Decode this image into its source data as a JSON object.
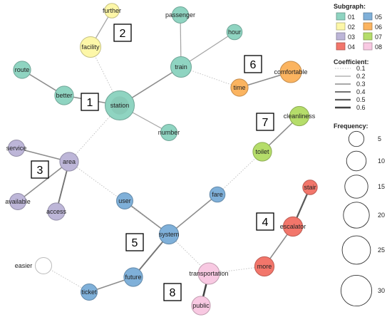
{
  "colors": {
    "g01": "#8fd4c1",
    "g02": "#fdf7a8",
    "g03": "#bdb6d8",
    "g04": "#f2766b",
    "g05": "#7fb0d9",
    "g06": "#fbb460",
    "g07": "#b5dd6a",
    "g08": "#f8c9e2",
    "none": "#ffffff"
  },
  "nodes": [
    {
      "id": "station",
      "label": "station",
      "group": "01",
      "freq": 30
    },
    {
      "id": "better",
      "label": "better",
      "group": "01",
      "freq": 10
    },
    {
      "id": "route",
      "label": "route",
      "group": "01",
      "freq": 8
    },
    {
      "id": "train",
      "label": "train",
      "group": "01",
      "freq": 13
    },
    {
      "id": "passenger",
      "label": "passenger",
      "group": "01",
      "freq": 7
    },
    {
      "id": "hour",
      "label": "hour",
      "group": "01",
      "freq": 6
    },
    {
      "id": "number",
      "label": "number",
      "group": "01",
      "freq": 7
    },
    {
      "id": "further",
      "label": "further",
      "group": "02",
      "freq": 5
    },
    {
      "id": "facility",
      "label": "facility",
      "group": "02",
      "freq": 13
    },
    {
      "id": "area",
      "label": "area",
      "group": "03",
      "freq": 10
    },
    {
      "id": "service",
      "label": "service",
      "group": "03",
      "freq": 7
    },
    {
      "id": "available",
      "label": "available",
      "group": "03",
      "freq": 7
    },
    {
      "id": "access",
      "label": "access",
      "group": "03",
      "freq": 8
    },
    {
      "id": "stair",
      "label": "stair",
      "group": "04",
      "freq": 5
    },
    {
      "id": "escalator",
      "label": "escalator",
      "group": "04",
      "freq": 11
    },
    {
      "id": "more",
      "label": "more",
      "group": "04",
      "freq": 11
    },
    {
      "id": "user",
      "label": "user",
      "group": "05",
      "freq": 7
    },
    {
      "id": "fare",
      "label": "fare",
      "group": "05",
      "freq": 6
    },
    {
      "id": "system",
      "label": "system",
      "group": "05",
      "freq": 11
    },
    {
      "id": "future",
      "label": "future",
      "group": "05",
      "freq": 10
    },
    {
      "id": "ticket",
      "label": "ticket",
      "group": "05",
      "freq": 7
    },
    {
      "id": "time",
      "label": "time",
      "group": "06",
      "freq": 8
    },
    {
      "id": "comfortable",
      "label": "comfortable",
      "group": "06",
      "freq": 14
    },
    {
      "id": "cleanliness",
      "label": "cleanliness",
      "group": "07",
      "freq": 11
    },
    {
      "id": "toilet",
      "label": "toilet",
      "group": "07",
      "freq": 10
    },
    {
      "id": "transportation",
      "label": "transportation",
      "group": "08",
      "freq": 14
    },
    {
      "id": "public",
      "label": "public",
      "group": "08",
      "freq": 10
    },
    {
      "id": "easier",
      "label": "easier",
      "group": "none",
      "freq": 7
    }
  ],
  "edges": [
    {
      "source": "station",
      "target": "better",
      "coef": 0.3
    },
    {
      "source": "better",
      "target": "route",
      "coef": 0.3
    },
    {
      "source": "station",
      "target": "train",
      "coef": 0.3
    },
    {
      "source": "train",
      "target": "passenger",
      "coef": 0.2
    },
    {
      "source": "train",
      "target": "hour",
      "coef": 0.2
    },
    {
      "source": "station",
      "target": "number",
      "coef": 0.2
    },
    {
      "source": "station",
      "target": "facility",
      "coef": 0.1
    },
    {
      "source": "facility",
      "target": "further",
      "coef": 0.2
    },
    {
      "source": "train",
      "target": "time",
      "coef": 0.1
    },
    {
      "source": "time",
      "target": "comfortable",
      "coef": 0.3
    },
    {
      "source": "station",
      "target": "area",
      "coef": 0.1
    },
    {
      "source": "area",
      "target": "service",
      "coef": 0.3
    },
    {
      "source": "area",
      "target": "available",
      "coef": 0.3
    },
    {
      "source": "area",
      "target": "access",
      "coef": 0.4
    },
    {
      "source": "area",
      "target": "system",
      "coef": 0.1
    },
    {
      "source": "user",
      "target": "system",
      "coef": 0.3
    },
    {
      "source": "fare",
      "target": "system",
      "coef": 0.3
    },
    {
      "source": "system",
      "target": "future",
      "coef": 0.4
    },
    {
      "source": "future",
      "target": "ticket",
      "coef": 0.3
    },
    {
      "source": "easier",
      "target": "ticket",
      "coef": 0.1
    },
    {
      "source": "system",
      "target": "transportation",
      "coef": 0.1
    },
    {
      "source": "transportation",
      "target": "public",
      "coef": 0.6
    },
    {
      "source": "transportation",
      "target": "more",
      "coef": 0.1
    },
    {
      "source": "more",
      "target": "escalator",
      "coef": 0.3
    },
    {
      "source": "escalator",
      "target": "stair",
      "coef": 0.5
    },
    {
      "source": "fare",
      "target": "toilet",
      "coef": 0.1
    },
    {
      "source": "toilet",
      "target": "cleanliness",
      "coef": 0.3
    }
  ],
  "callouts": [
    {
      "number": "1",
      "near": "station"
    },
    {
      "number": "2",
      "near": "facility"
    },
    {
      "number": "3",
      "near": "area"
    },
    {
      "number": "4",
      "near": "escalator"
    },
    {
      "number": "5",
      "near": "system"
    },
    {
      "number": "6",
      "near": "time"
    },
    {
      "number": "7",
      "near": "toilet"
    },
    {
      "number": "8",
      "near": "public"
    }
  ],
  "legend": {
    "subgraph_title": "Subgraph:",
    "subgraph_items": [
      {
        "label": "01",
        "group": "01"
      },
      {
        "label": "05",
        "group": "05"
      },
      {
        "label": "02",
        "group": "02"
      },
      {
        "label": "06",
        "group": "06"
      },
      {
        "label": "03",
        "group": "03"
      },
      {
        "label": "07",
        "group": "07"
      },
      {
        "label": "04",
        "group": "04"
      },
      {
        "label": "08",
        "group": "08"
      }
    ],
    "coefficient_title": "Coefficient:",
    "coefficient_items": [
      "0.1",
      "0.2",
      "0.3",
      "0.4",
      "0.5",
      "0.6"
    ],
    "frequency_title": "Frequency:",
    "frequency_items": [
      "5",
      "10",
      "15",
      "20",
      "25",
      "30"
    ]
  }
}
